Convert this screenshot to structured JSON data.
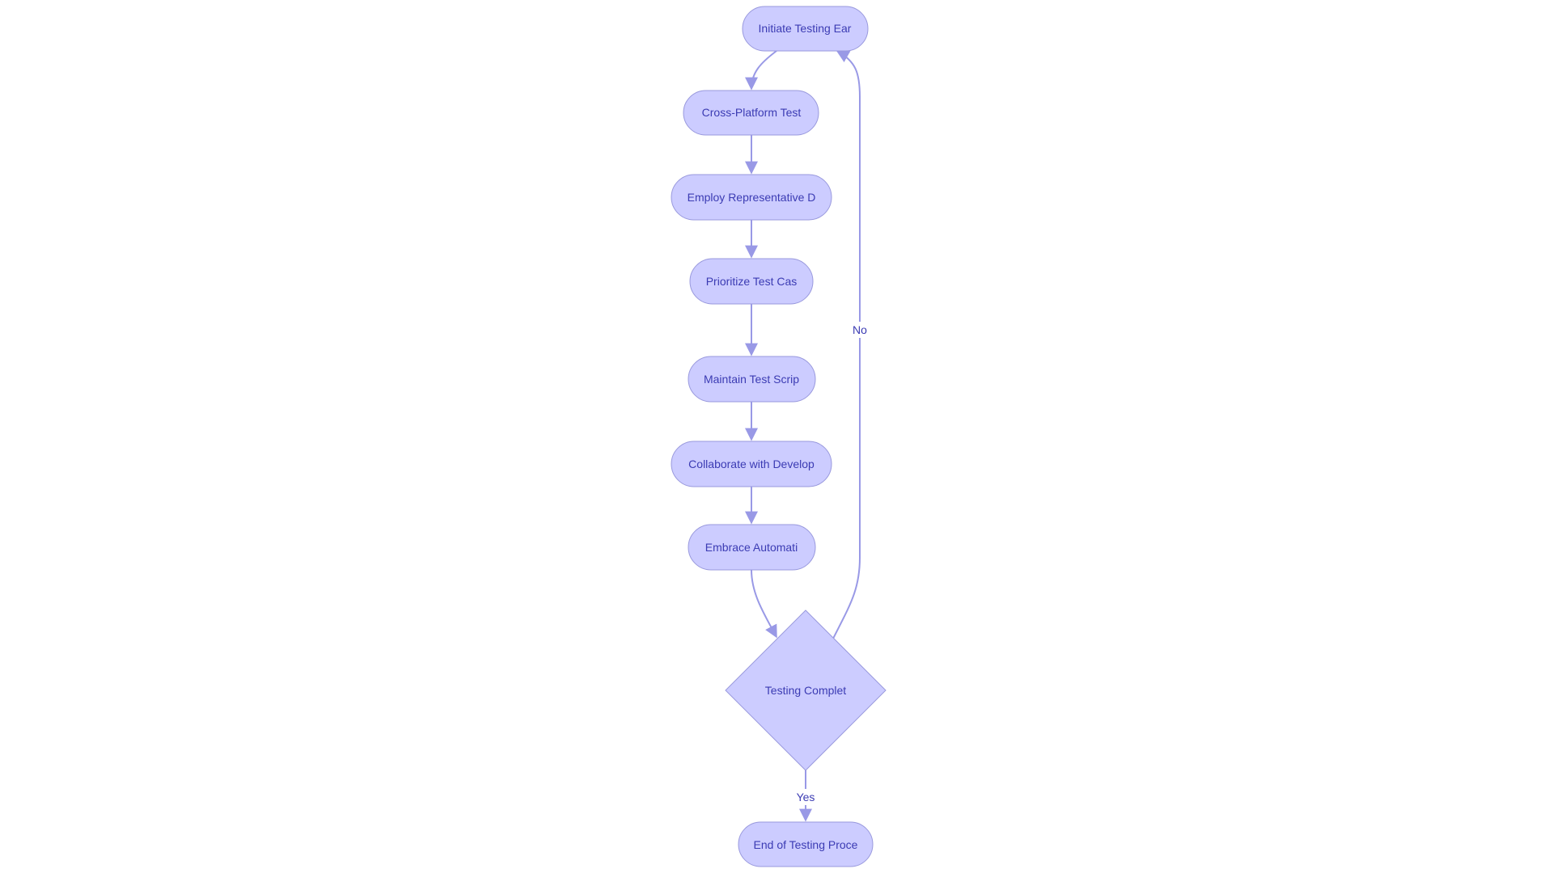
{
  "diagram": {
    "type": "flowchart",
    "colors": {
      "node_fill": "#ccccff",
      "node_stroke": "#9999dd",
      "edge": "#9999e6",
      "text": "#3b3bb3",
      "background": "#ffffff"
    },
    "nodes": [
      {
        "id": "n1",
        "label": "Initiate Testing Ear",
        "shape": "stadium"
      },
      {
        "id": "n2",
        "label": "Cross-Platform Test",
        "shape": "stadium"
      },
      {
        "id": "n3",
        "label": "Employ Representative D",
        "shape": "stadium"
      },
      {
        "id": "n4",
        "label": "Prioritize Test Cas",
        "shape": "stadium"
      },
      {
        "id": "n5",
        "label": "Maintain Test Scrip",
        "shape": "stadium"
      },
      {
        "id": "n6",
        "label": "Collaborate with Develop",
        "shape": "stadium"
      },
      {
        "id": "n7",
        "label": "Embrace Automati",
        "shape": "stadium"
      },
      {
        "id": "n8",
        "label": "Testing Complet",
        "shape": "diamond"
      },
      {
        "id": "n9",
        "label": "End of Testing Proce",
        "shape": "stadium"
      }
    ],
    "edges": [
      {
        "from": "n1",
        "to": "n2",
        "label": ""
      },
      {
        "from": "n2",
        "to": "n3",
        "label": ""
      },
      {
        "from": "n3",
        "to": "n4",
        "label": ""
      },
      {
        "from": "n4",
        "to": "n5",
        "label": ""
      },
      {
        "from": "n5",
        "to": "n6",
        "label": ""
      },
      {
        "from": "n6",
        "to": "n7",
        "label": ""
      },
      {
        "from": "n7",
        "to": "n8",
        "label": ""
      },
      {
        "from": "n8",
        "to": "n1",
        "label": "No"
      },
      {
        "from": "n8",
        "to": "n9",
        "label": "Yes"
      }
    ]
  }
}
